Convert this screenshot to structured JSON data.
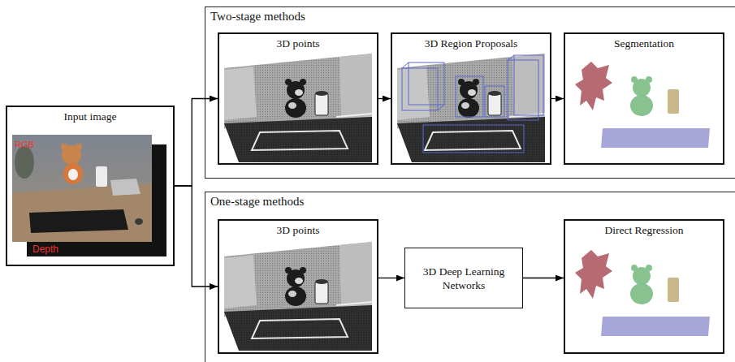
{
  "diagram": {
    "nodes": [
      {
        "text": [
          "Input image"
        ]
      },
      {
        "text": [
          "Two-stage methods"
        ]
      },
      {
        "text": [
          "3D points"
        ],
        "in": 1
      },
      {
        "text": [
          "3D Region Proposals"
        ],
        "in": 1
      },
      {
        "text": [
          "Segmentation"
        ],
        "in": 1
      },
      {
        "text": [
          "One-stage methods"
        ]
      },
      {
        "text": [
          "3D points"
        ],
        "in": 5
      },
      {
        "text": [
          "3D Deep Learning Networks"
        ],
        "in": 5
      },
      {
        "text": [
          "Direct Regression"
        ],
        "in": 5
      }
    ],
    "edges": [
      {
        "from": 0,
        "to": 2,
        "arrow": "to"
      },
      {
        "from": 0,
        "to": 6,
        "arrow": "to"
      },
      {
        "from": 2,
        "to": 3,
        "arrow": "to"
      },
      {
        "from": 3,
        "to": 4,
        "arrow": "to"
      },
      {
        "from": 6,
        "to": 7,
        "arrow": "to"
      },
      {
        "from": 7,
        "to": 8,
        "arrow": "to"
      }
    ],
    "labels": [
      "RGB",
      "Depth"
    ]
  }
}
